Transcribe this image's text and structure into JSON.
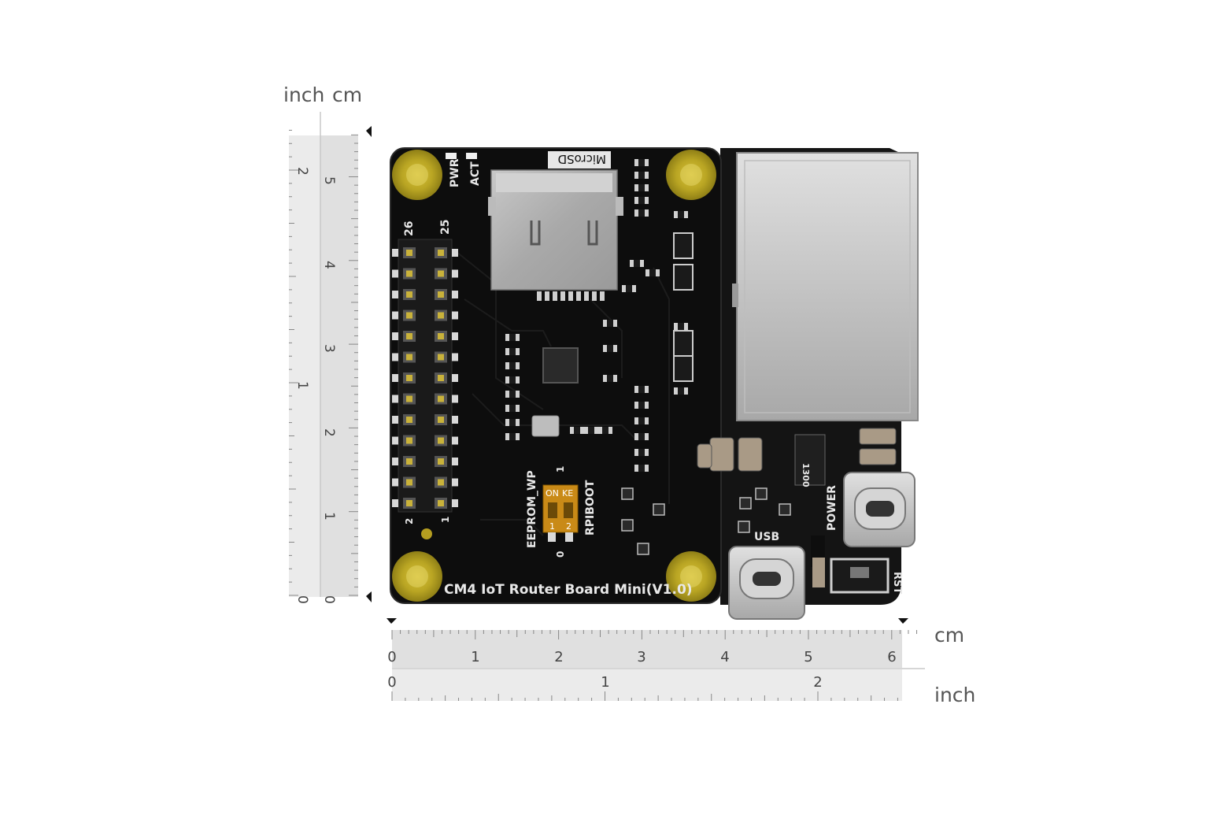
{
  "rulers": {
    "left": {
      "inch_label": "inch",
      "cm_label": "cm",
      "inch_numbers": [
        "2",
        "1",
        "0"
      ],
      "cm_numbers": [
        "5",
        "4",
        "3",
        "2",
        "1",
        "0"
      ]
    },
    "bottom": {
      "cm_label": "cm",
      "inch_label": "inch",
      "cm_numbers": [
        "0",
        "1",
        "2",
        "3",
        "4",
        "5",
        "6"
      ],
      "inch_numbers": [
        "0",
        "1",
        "2"
      ]
    }
  },
  "board": {
    "title": "CM4 IoT Router Board Mini(V1.0)",
    "labels": {
      "microsd": "MicroSD",
      "pwr": "PWR",
      "act": "ACT",
      "pin26": "26",
      "pin25": "25",
      "pin2": "2",
      "pin1": "1",
      "eeprom": "EEPROM_WP",
      "rpiboot": "RPIBOOT",
      "sw_on": "ON",
      "sw_ke": "KE",
      "sw_1": "1",
      "sw_2": "2",
      "sw_top": "1",
      "sw_bottom": "0",
      "inductor": "1300",
      "power": "POWER",
      "usb": "USB",
      "rst": "RST"
    }
  }
}
